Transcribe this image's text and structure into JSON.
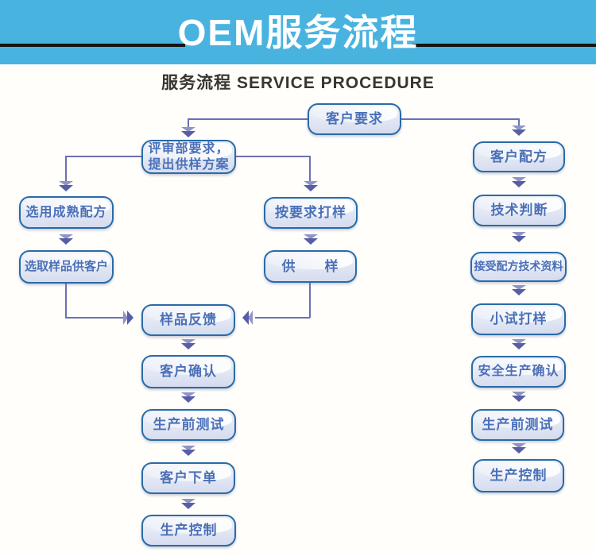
{
  "header": {
    "title": "OEM服务流程",
    "subtitle": "服务流程 SERVICE PROCEDURE"
  },
  "colors": {
    "banner_cyan": "#49b3e0",
    "divider_black": "#141414",
    "box_border_blue": "#2a6ba6",
    "box_fill_light": "#e4e9f5",
    "box_text_blue": "#4b70b8",
    "arrow_purple": "#6b70b2"
  },
  "flowchart": {
    "nodes": {
      "customer_requirement": "客户要求",
      "review_dept": "评审部要求，\n提出供样方案",
      "select_mature_formula": "选用成熟配方",
      "select_sample_customer": "选取样品供客户",
      "sample_per_request": "按要求打样",
      "supply_sample": "供　　样",
      "sample_feedback": "样品反馈",
      "customer_confirm": "客户确认",
      "pre_production_test_mid": "生产前测试",
      "customer_order": "客户下单",
      "production_control_mid": "生产控制",
      "customer_formula": "客户配方",
      "technical_judgment": "技术判断",
      "accept_formula_docs": "接受配方技术资料",
      "trial_sample": "小试打样",
      "safe_production_confirm": "安全生产确认",
      "pre_production_test_right": "生产前测试",
      "production_control_right": "生产控制"
    }
  }
}
